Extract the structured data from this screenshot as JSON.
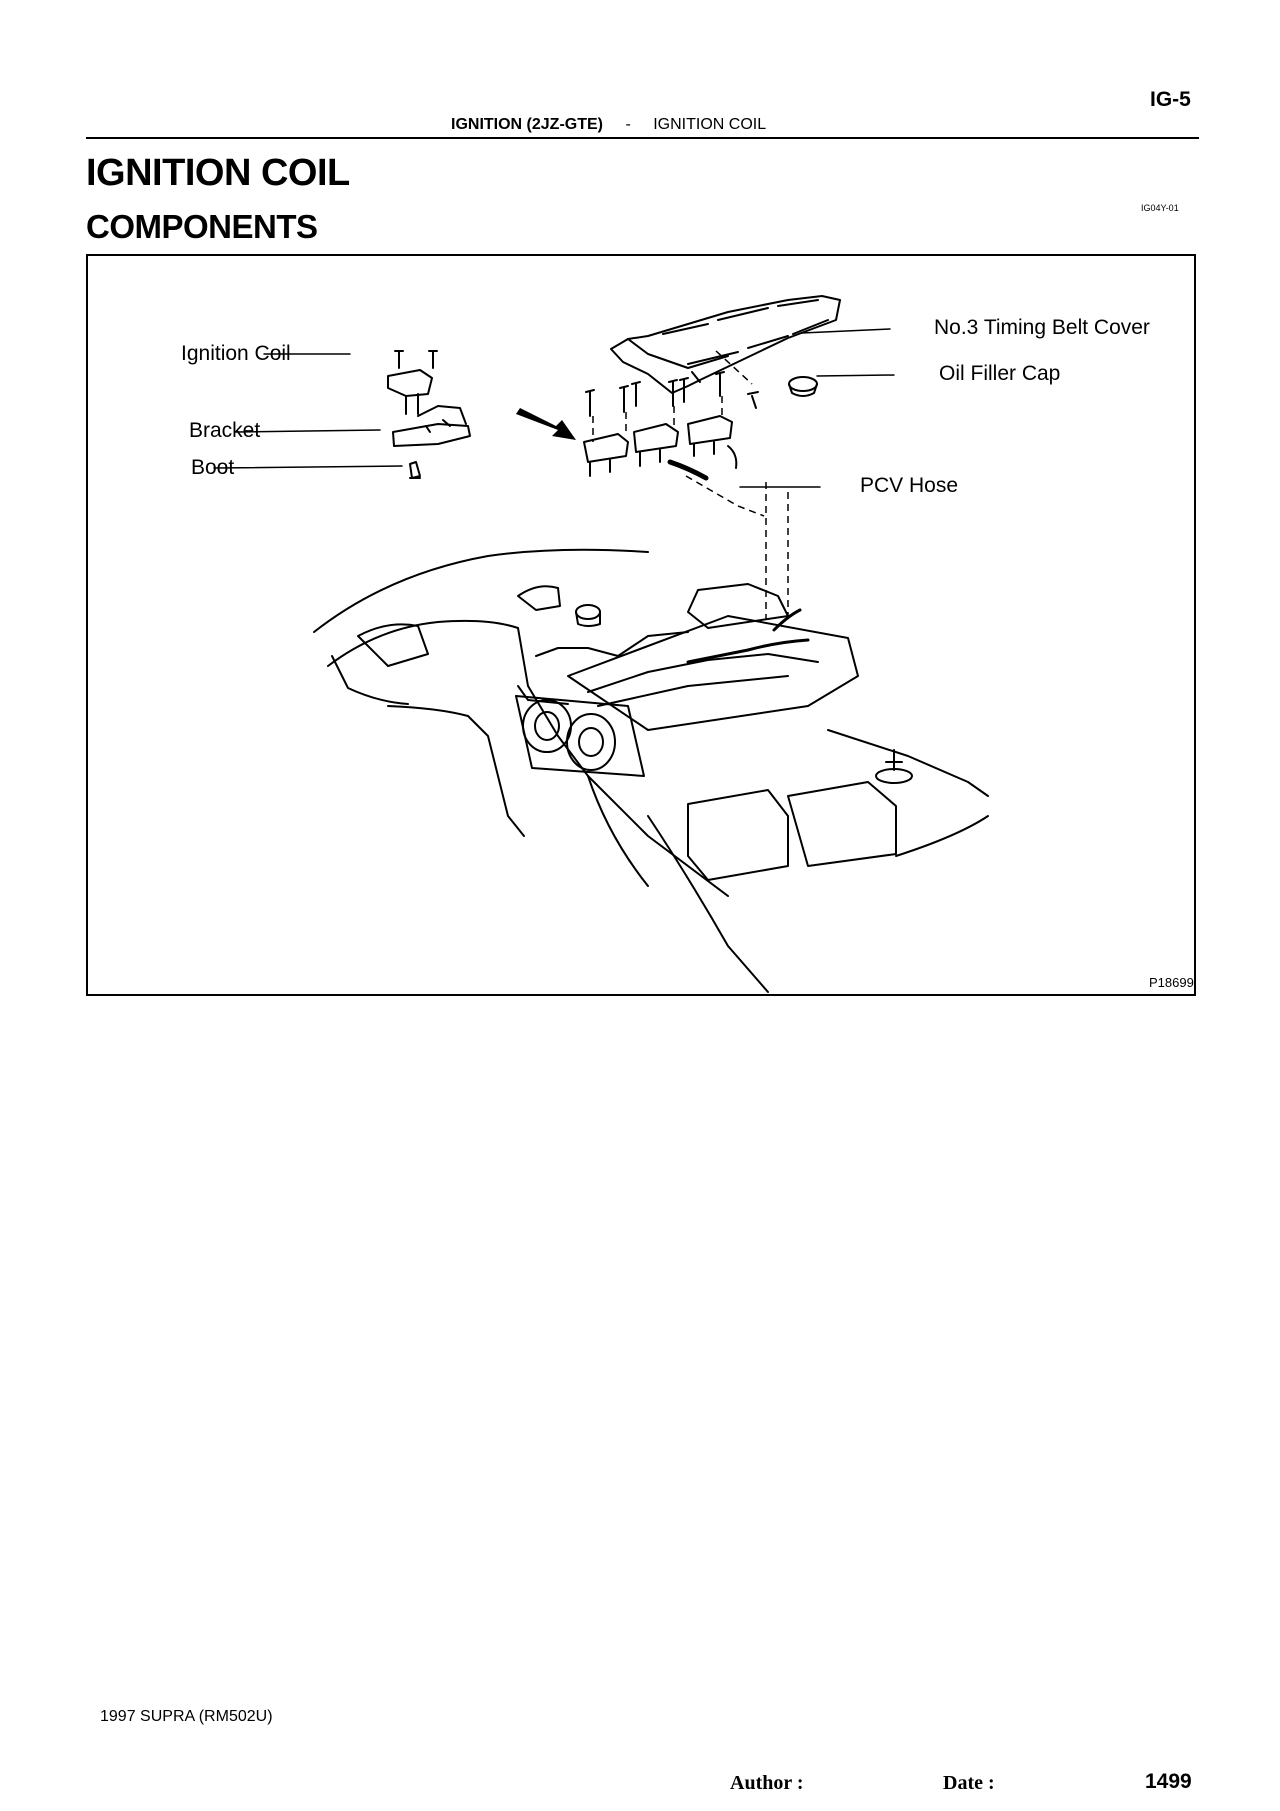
{
  "header": {
    "page_id": "IG-5",
    "section": "IGNITION (2JZ-GTE)",
    "separator": "-",
    "subsection": "IGNITION COIL"
  },
  "title": "IGNITION COIL",
  "subtitle": "COMPONENTS",
  "doc_code": "IG04Y-01",
  "figure": {
    "labels": {
      "timing_belt_cover": "No.3 Timing Belt Cover",
      "oil_filler_cap": "Oil Filler Cap",
      "ignition_coil": "Ignition Coil",
      "bracket": "Bracket",
      "boot": "Boot",
      "pcv_hose": "PCV Hose"
    },
    "code": "P18699"
  },
  "footer": {
    "model": "1997 SUPRA   (RM502U)",
    "author_label": "Author :",
    "date_label": "Date :",
    "page_number": "1499"
  }
}
